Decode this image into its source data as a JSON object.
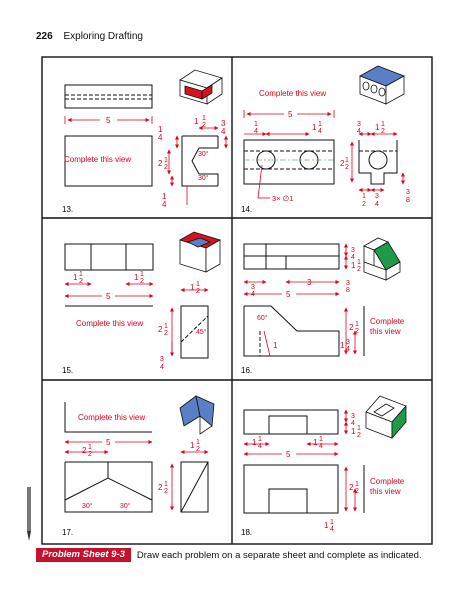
{
  "header": {
    "page_number": "226",
    "title": "Exploring Drafting"
  },
  "footer": {
    "badge": "Problem Sheet 9-3",
    "instruction": "Draw each problem on a separate sheet and complete as indicated."
  },
  "colors": {
    "dimension": "#e0001b",
    "part_red": "#d4141e",
    "part_blue": "#5b7fc4",
    "part_green": "#1f9a48",
    "line": "#111111"
  },
  "problems": [
    {
      "number": "13.",
      "note": "Complete this view",
      "dims": {
        "width": "5",
        "a": "1",
        "a_den": "4",
        "b": "1",
        "b_frac": "1",
        "b_den": "2",
        "c": "3",
        "c_den": "4",
        "angle1": "30°",
        "angle2": "30°",
        "h_whole": "2",
        "h_num": "1",
        "h_den": "2",
        "d": "1",
        "d_den": "4"
      }
    },
    {
      "number": "14.",
      "note": "Complete this view",
      "dims": {
        "width": "5",
        "left_num": "1",
        "left_den": "4",
        "mid_whole": "1",
        "mid_num": "1",
        "mid_den": "4",
        "top_num": "3",
        "top_den": "4",
        "top2_whole": "1",
        "top2_num": "1",
        "top2_den": "2",
        "h_whole": "2",
        "h_num": "1",
        "h_den": "2",
        "holes": "3× ∅1",
        "b1_num": "1",
        "b1_den": "2",
        "b2_num": "3",
        "b2_den": "4",
        "b3_num": "3",
        "b3_den": "8"
      }
    },
    {
      "number": "15.",
      "note": "Complete this view",
      "dims": {
        "left_whole": "1",
        "left_num": "1",
        "left_den": "2",
        "right_whole": "1",
        "right_num": "1",
        "right_den": "2",
        "width": "5",
        "side_whole": "1",
        "side_num": "1",
        "side_den": "2",
        "h_whole": "2",
        "h_num": "1",
        "h_den": "2",
        "angle": "45°",
        "b_num": "3",
        "b_den": "4"
      }
    },
    {
      "number": "16.",
      "note1": "Complete",
      "note2": "this view",
      "dims": {
        "a_num": "3",
        "a_den": "4",
        "b": "3",
        "c_num": "3",
        "c_den": "8",
        "width": "5",
        "r1_num": "3",
        "r1_den": "4",
        "r2_whole": "1",
        "r2_num": "1",
        "r2_den": "2",
        "angle": "60°",
        "d": "1",
        "h_whole": "2",
        "h_num": "1",
        "h_den": "2",
        "e_whole": "1",
        "e_num": "3",
        "e_den": "4"
      }
    },
    {
      "number": "17.",
      "note": "Complete this view",
      "dims": {
        "width": "5",
        "left_whole": "2",
        "left_num": "1",
        "left_den": "2",
        "side_whole": "1",
        "side_num": "1",
        "side_den": "2",
        "h_whole": "2",
        "h_num": "1",
        "h_den": "2",
        "angle1": "30°",
        "angle2": "30°"
      }
    },
    {
      "number": "18.",
      "note1": "Complete",
      "note2": "this view",
      "dims": {
        "a_whole": "1",
        "a_num": "1",
        "a_den": "4",
        "b_whole": "1",
        "b_num": "1",
        "b_den": "4",
        "width": "5",
        "r_num": "3",
        "r_den": "4",
        "r2_whole": "1",
        "r2_num": "1",
        "r2_den": "2",
        "h_whole": "2",
        "h_num": "1",
        "h_den": "2",
        "e_whole": "1",
        "e_num": "1",
        "e_den": "4"
      }
    }
  ]
}
